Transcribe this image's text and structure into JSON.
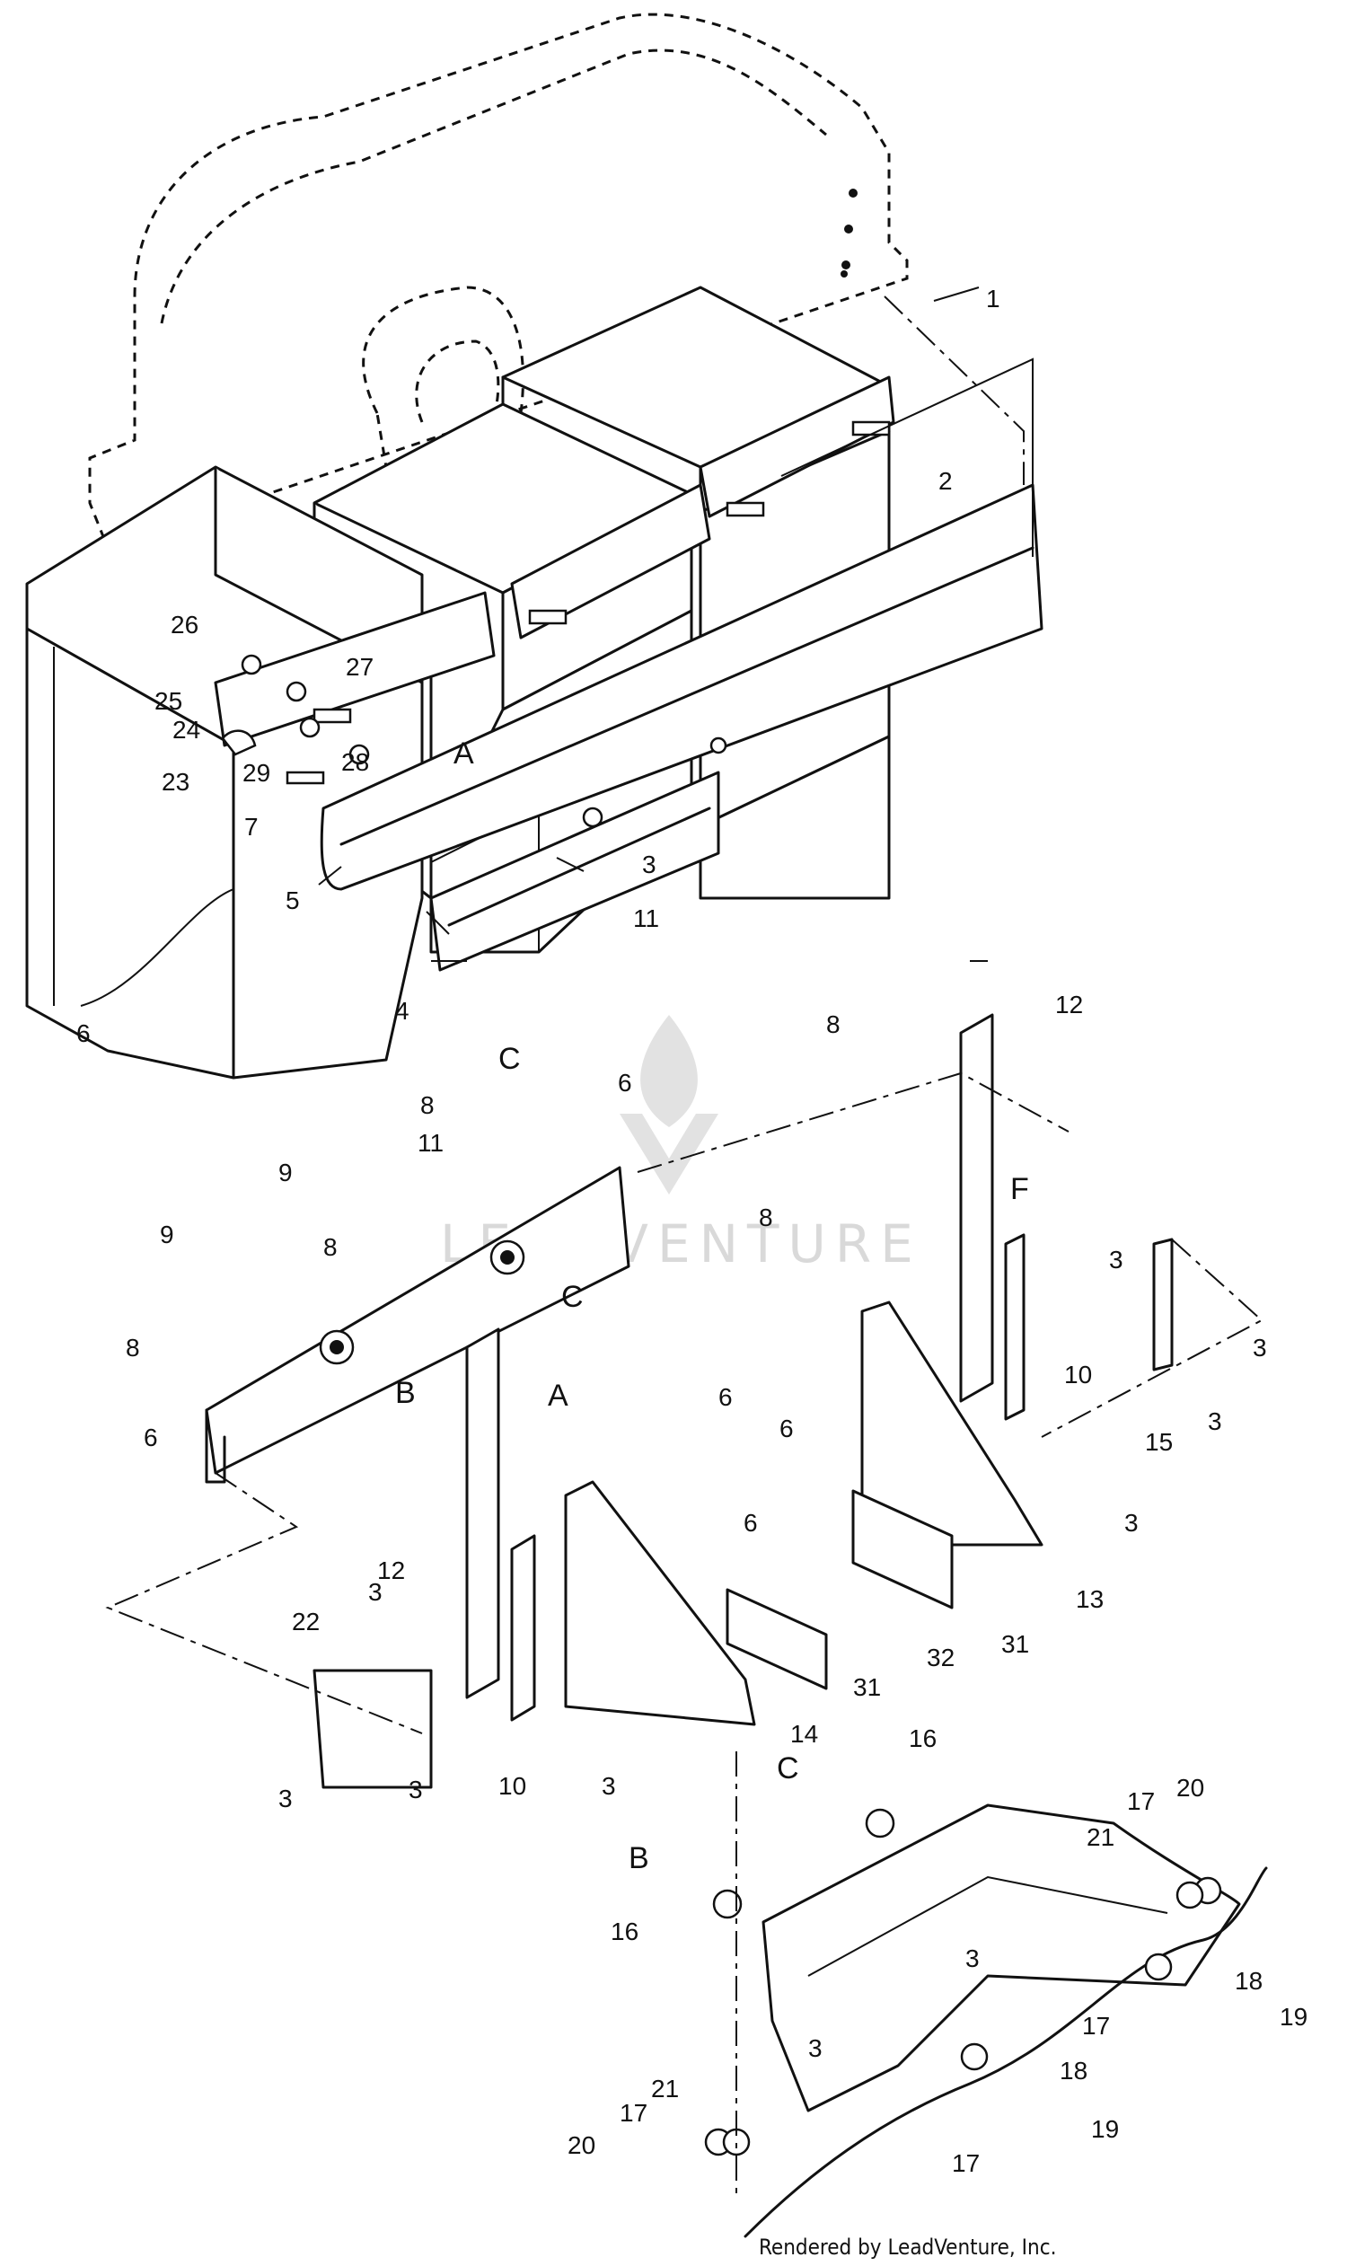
{
  "callouts": {
    "n1": "1",
    "n2": "2",
    "n3": "3",
    "n4": "4",
    "n5": "5",
    "n6": "6",
    "n7": "7",
    "n8": "8",
    "n9": "9",
    "n10": "10",
    "n11": "11",
    "n12": "12",
    "n13": "13",
    "n14": "14",
    "n15": "15",
    "n16": "16",
    "n17": "17",
    "n18": "18",
    "n19": "19",
    "n20": "20",
    "n21": "21",
    "n22": "22",
    "n23": "23",
    "n24": "24",
    "n25": "25",
    "n26": "26",
    "n27": "27",
    "n28": "28",
    "n29": "29",
    "n31": "31",
    "n32": "32"
  },
  "refs": {
    "a": "A",
    "b": "B",
    "c": "C",
    "f": "F"
  },
  "watermark": "LEADVENTURE",
  "credit": "Rendered by LeadVenture, Inc.",
  "colors": {
    "ink": "#111111",
    "paper": "#ffffff",
    "watermark": "#d9d9d9"
  }
}
